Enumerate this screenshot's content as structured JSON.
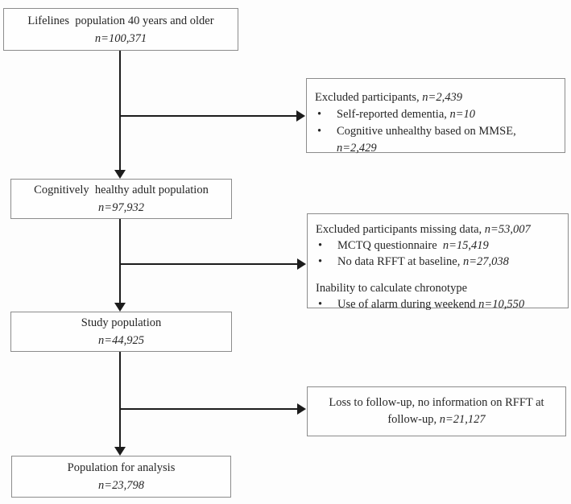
{
  "diagram": {
    "type": "study-flowchart",
    "boxes": {
      "top": {
        "title": "Lifelines  population 40 years and older",
        "count": "n=100,371"
      },
      "healthy": {
        "title": "Cognitively  healthy adult population",
        "count": "n=97,932"
      },
      "study": {
        "title": "Study population",
        "count": "n=44,925"
      },
      "analysis": {
        "title": "Population for analysis",
        "count": "n=23,798"
      }
    },
    "exclusions": {
      "first": {
        "title_text": "Excluded participants, ",
        "title_count": "n=2,439",
        "bullet_glyph": "•",
        "bullet1_text": "Self-reported dementia, ",
        "bullet1_count": "n=10",
        "bullet2_text": "Cognitive unhealthy based on MMSE, ",
        "bullet2_count": "n=2,429"
      },
      "second": {
        "title_text": "Excluded participants missing data, ",
        "title_count": "n=53,007",
        "bullet_glyph": "•",
        "bullet1_text": "MCTQ questionnaire  ",
        "bullet1_count": "n=15,419",
        "bullet2_text": "No data RFFT at baseline, ",
        "bullet2_count": "n=27,038",
        "subtitle": "Inability to calculate chronotype",
        "bullet3_text": "Use of alarm during weekend ",
        "bullet3_count": "n=10,550"
      },
      "third": {
        "line1": "Loss to follow-up, no information on RFFT at",
        "line2_text": "follow-up, ",
        "line2_count": "n=21,127"
      }
    },
    "colors": {
      "box_border": "#8c8c8c",
      "arrow_line": "#1c1c1c",
      "text": "#262626",
      "background": "#fdfdfd"
    }
  }
}
